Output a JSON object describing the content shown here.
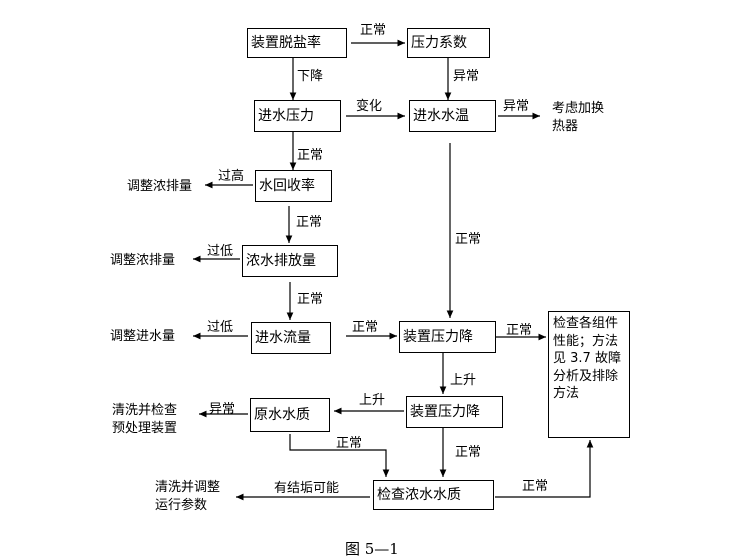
{
  "nodes": {
    "desalt_rate": "装置脱盐率",
    "pressure_coef": "压力系数",
    "feed_pressure": "进水压力",
    "feed_temp": "进水水温",
    "recovery": "水回收率",
    "concentrate_flow": "浓水排放量",
    "feed_flow": "进水流量",
    "pressure_drop_1": "装置压力降",
    "pressure_drop_2": "装置压力降",
    "raw_quality": "原水水质",
    "check_concentrate": "检查浓水水质",
    "check_components_lines": [
      "检查各组件",
      "性能；方法",
      "见 3.7 故障",
      "分析及排除",
      "方法"
    ]
  },
  "outcomes": {
    "heat_exchanger_lines": [
      "考虑加换",
      "热器"
    ],
    "adjust_concentrate_1": "调整浓排量",
    "adjust_concentrate_2": "调整浓排量",
    "adjust_feed": "调整进水量",
    "clean_pretreat_lines": [
      "清洗并检查",
      "预处理装置"
    ],
    "clean_adjust_lines": [
      "清洗并调整",
      "运行参数"
    ]
  },
  "labels": {
    "desalt_to_coef": "正常",
    "desalt_down": "下降",
    "coef_abnormal": "异常",
    "pressure_change": "变化",
    "temp_abnormal": "异常",
    "pressure_normal": "正常",
    "recovery_high": "过高",
    "recovery_normal": "正常",
    "temp_normal": "正常",
    "conc_low": "过低",
    "conc_normal": "正常",
    "flow_low": "过低",
    "flow_normal": "正常",
    "drop_normal": "正常",
    "drop_rise": "上升",
    "rise_to_raw": "上升",
    "raw_abnormal": "异常",
    "raw_normal": "正常",
    "drop2_normal": "正常",
    "scaling": "有结垢可能",
    "check_normal": "正常"
  },
  "caption": "图 5—1"
}
